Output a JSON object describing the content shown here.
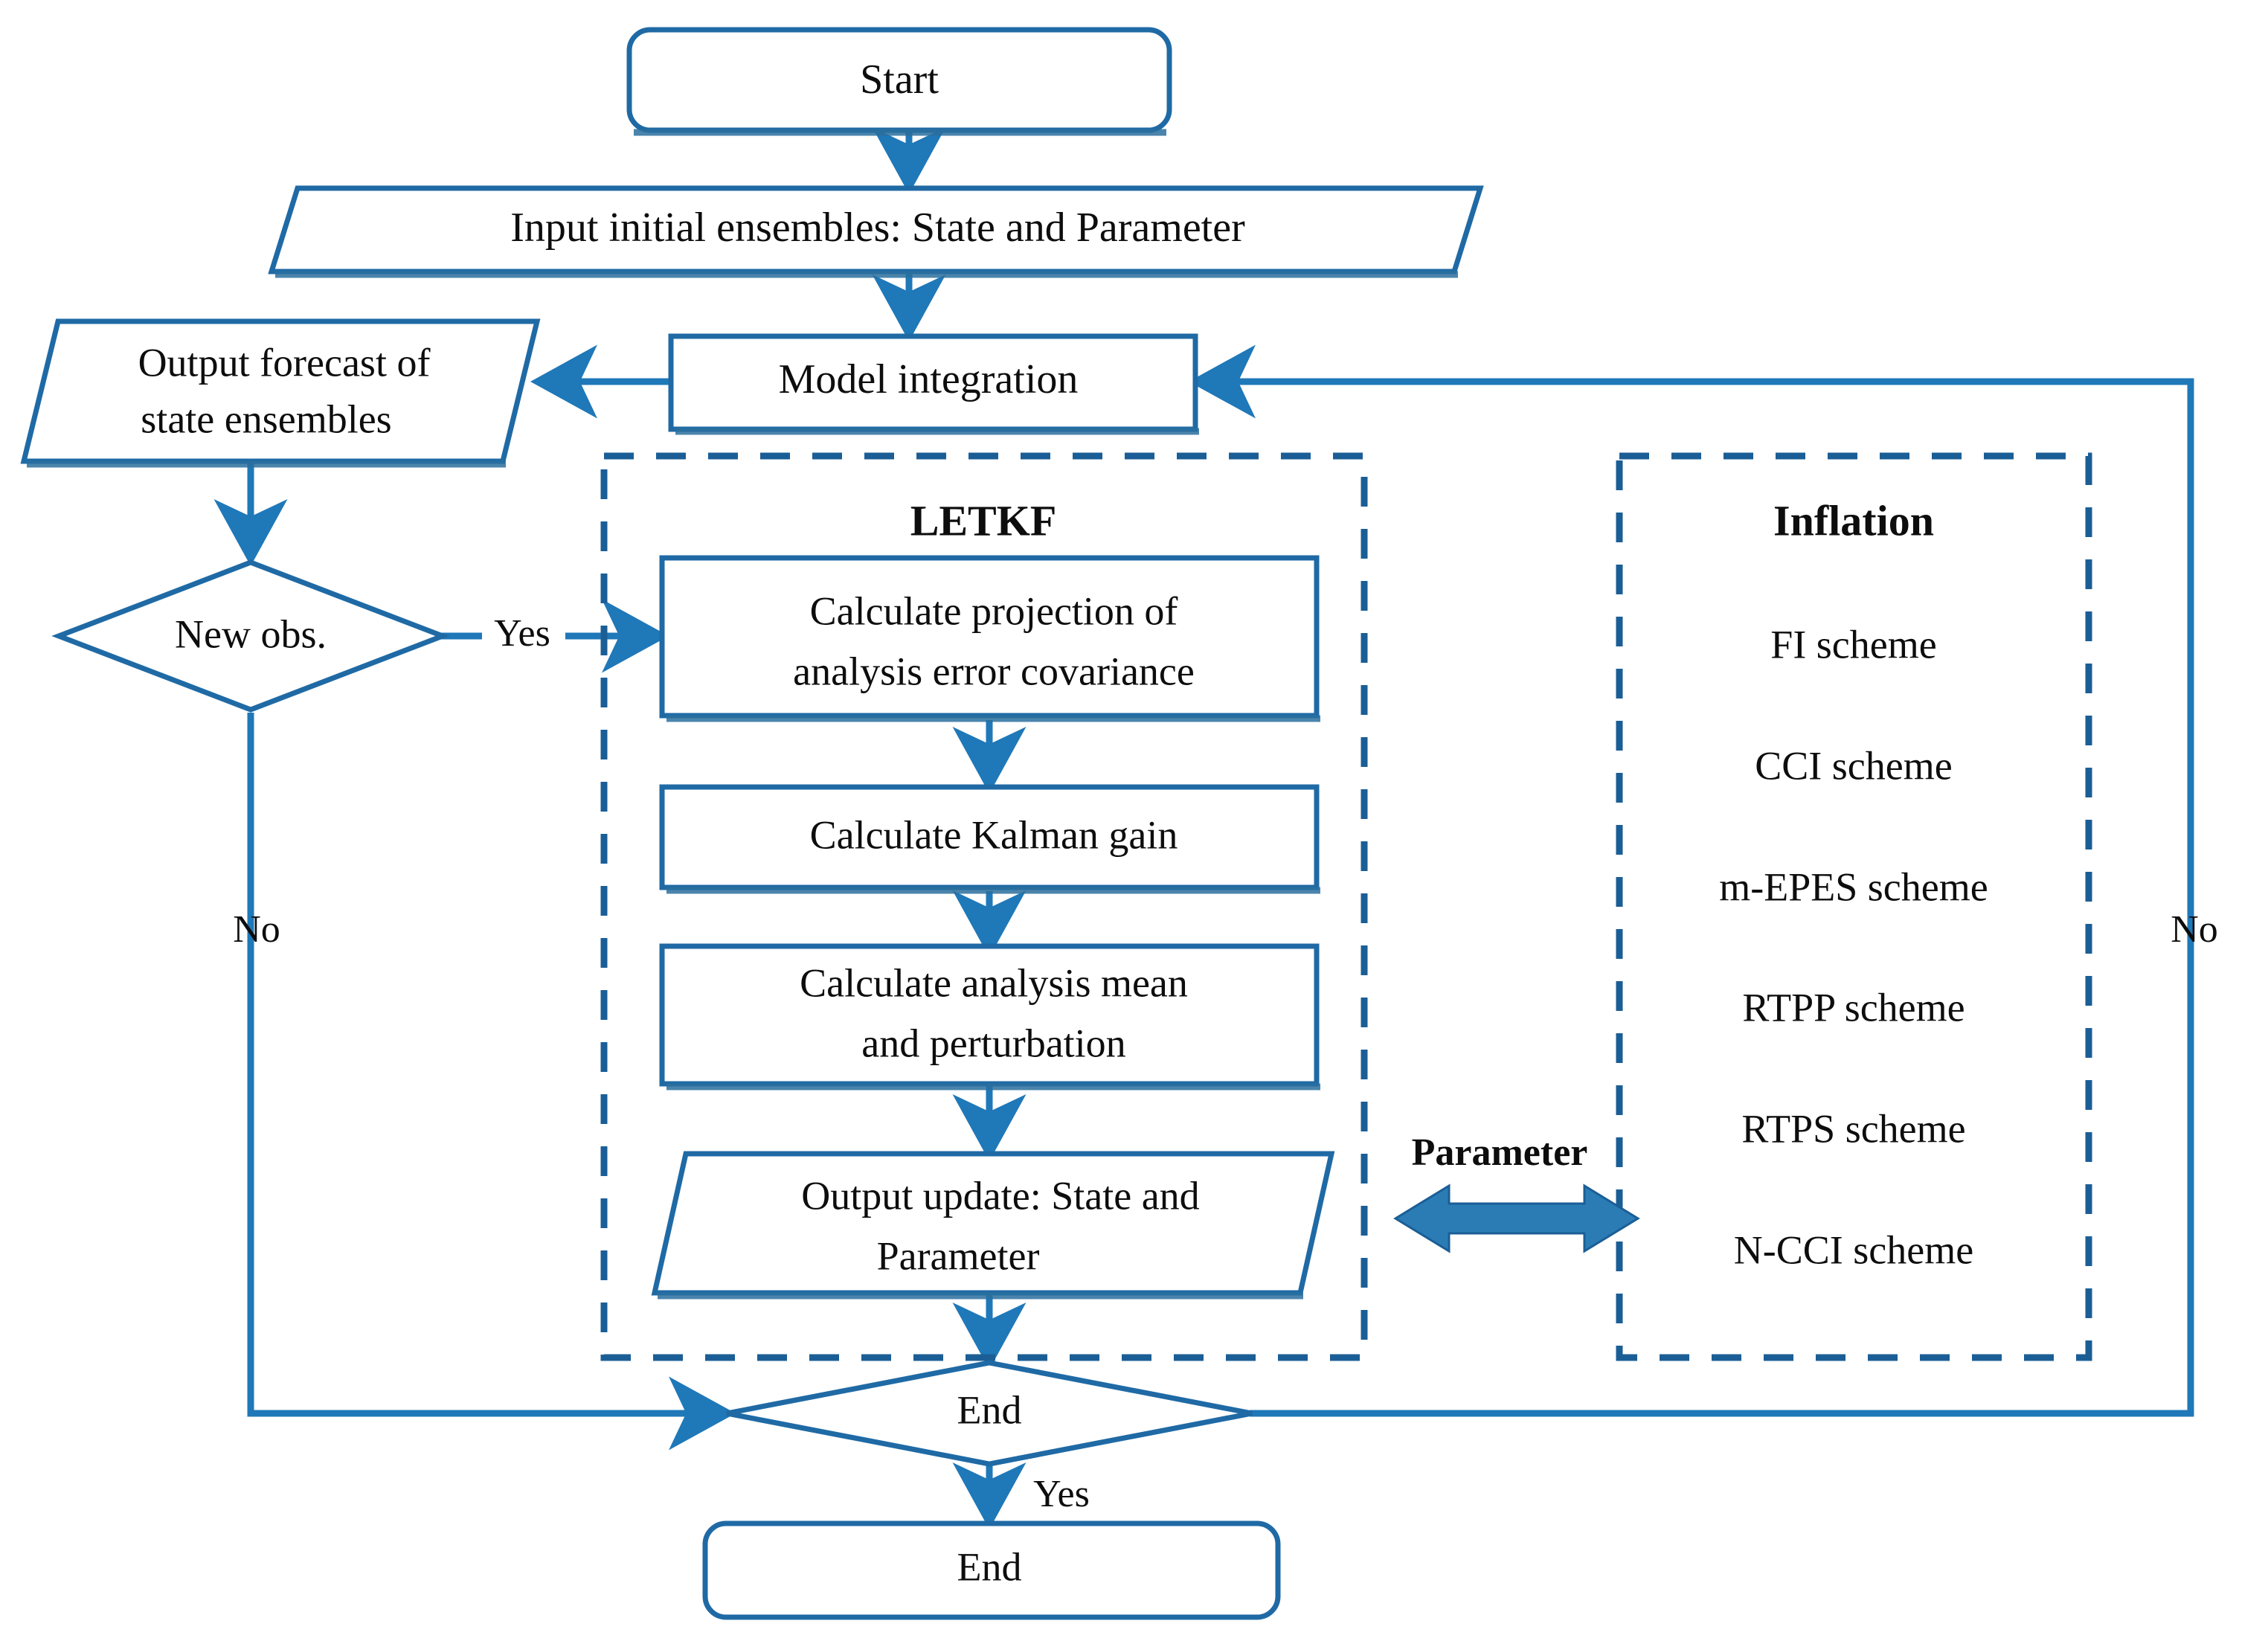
{
  "diagram": {
    "title": "LETKF data assimilation with inflation schemes flowchart",
    "colors": {
      "line": "#1f78b8",
      "shape_border": "#1f6aa5",
      "dashed_border": "#1b5e96",
      "text": "#0d0d0d",
      "background": "#ffffff",
      "param_arrow": "#2b7cb5"
    },
    "nodes": {
      "start": "Start",
      "input_initial": "Input initial ensembles: State and Parameter",
      "model_integration": "Model integration",
      "output_forecast_line1": "Output forecast of",
      "output_forecast_line2": "state ensembles",
      "new_obs": "New obs.",
      "calc_projection_line1": "Calculate projection of",
      "calc_projection_line2": "analysis error covariance",
      "calc_kalman": "Calculate Kalman gain",
      "calc_analysis_line1": "Calculate analysis mean",
      "calc_analysis_line2": "and perturbation",
      "output_update_line1": "Output update: State and",
      "output_update_line2": "Parameter",
      "end_decision": "End",
      "end_terminal": "End"
    },
    "groups": {
      "letkf_title": "LETKF",
      "inflation_title": "Inflation"
    },
    "inflation_schemes": [
      "FI scheme",
      "CCI scheme",
      "m-EPES scheme",
      "RTPP scheme",
      "RTPS scheme",
      "N-CCI scheme"
    ],
    "edge_labels": {
      "new_obs_yes": "Yes",
      "new_obs_no": "No",
      "end_yes": "Yes",
      "end_no_right": "No",
      "parameter": "Parameter"
    }
  }
}
